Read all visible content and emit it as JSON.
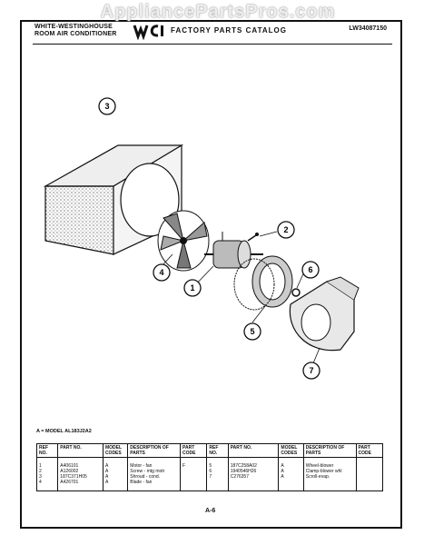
{
  "header": {
    "brand_line1": "WHITE-WESTINGHOUSE",
    "brand_line2": "ROOM AIR CONDITIONER",
    "catalog_title": "FACTORY PARTS CATALOG",
    "catalog_code": "LW34087150",
    "watermark": "AppliancePartsPros.com"
  },
  "callouts": [
    "1",
    "2",
    "3",
    "4",
    "5",
    "6",
    "7"
  ],
  "model_note": "A = MODEL AL183J2A2",
  "table": {
    "headers": [
      "REF NO.",
      "PART NO.",
      "MODEL CODES",
      "DESCRIPTION OF PARTS",
      "PART CODE",
      "REF NO.",
      "PART NO.",
      "MODEL CODES",
      "DESCRIPTION OF PARTS",
      "PART CODE"
    ],
    "rows": [
      [
        "1",
        "A406101",
        "A",
        "Motor - fan",
        "F",
        "5",
        "187C258A02",
        "A",
        "Wheel-blower",
        ""
      ],
      [
        "2",
        "A126002",
        "A",
        "Screw - mtg motr",
        "",
        "6",
        "1940546H26",
        "A",
        "Clamp-blower whl",
        ""
      ],
      [
        "3",
        "187C371H05",
        "A",
        "Shroud - cond.",
        "",
        "7",
        "C276357",
        "A",
        "Scroll-evap.",
        ""
      ],
      [
        "4",
        "A426701",
        "A",
        "Blade - fan",
        "",
        "",
        "",
        "",
        "",
        ""
      ]
    ]
  },
  "page_number": "A-6"
}
